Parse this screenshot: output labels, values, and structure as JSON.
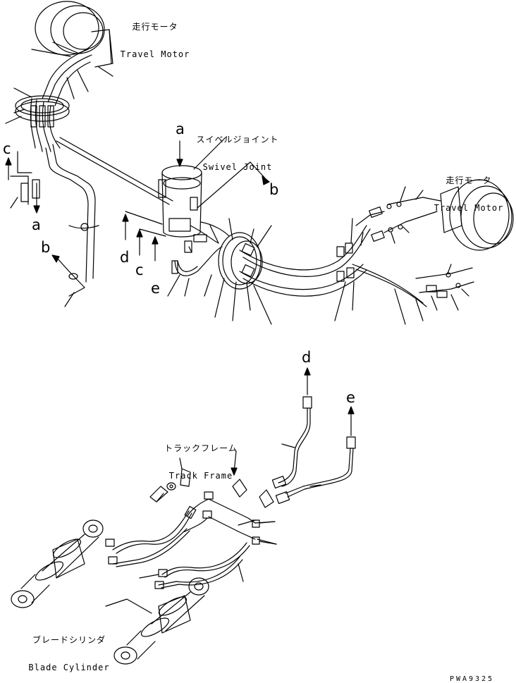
{
  "labels": {
    "travel_motor_top": {
      "jp": "走行モータ",
      "en": "Travel Motor"
    },
    "travel_motor_right": {
      "jp": "走行モータ",
      "en": "Travel Motor"
    },
    "swivel_joint": {
      "jp": "スイベルジョイント",
      "en": "Swivel Joint"
    },
    "track_frame": {
      "jp": "トラックフレーム",
      "en": "Track Frame"
    },
    "blade_cylinder": {
      "jp": "ブレードシリンダ",
      "en": "Blade Cylinder"
    }
  },
  "connection_markers": {
    "a_top": "a",
    "a_left": "a",
    "b_left": "b",
    "b_right": "b",
    "c_left": "c",
    "c_mid": "c",
    "d_mid": "d",
    "d_lower": "d",
    "e_mid": "e",
    "e_lower": "e"
  },
  "drawing_code": "PWA9325"
}
